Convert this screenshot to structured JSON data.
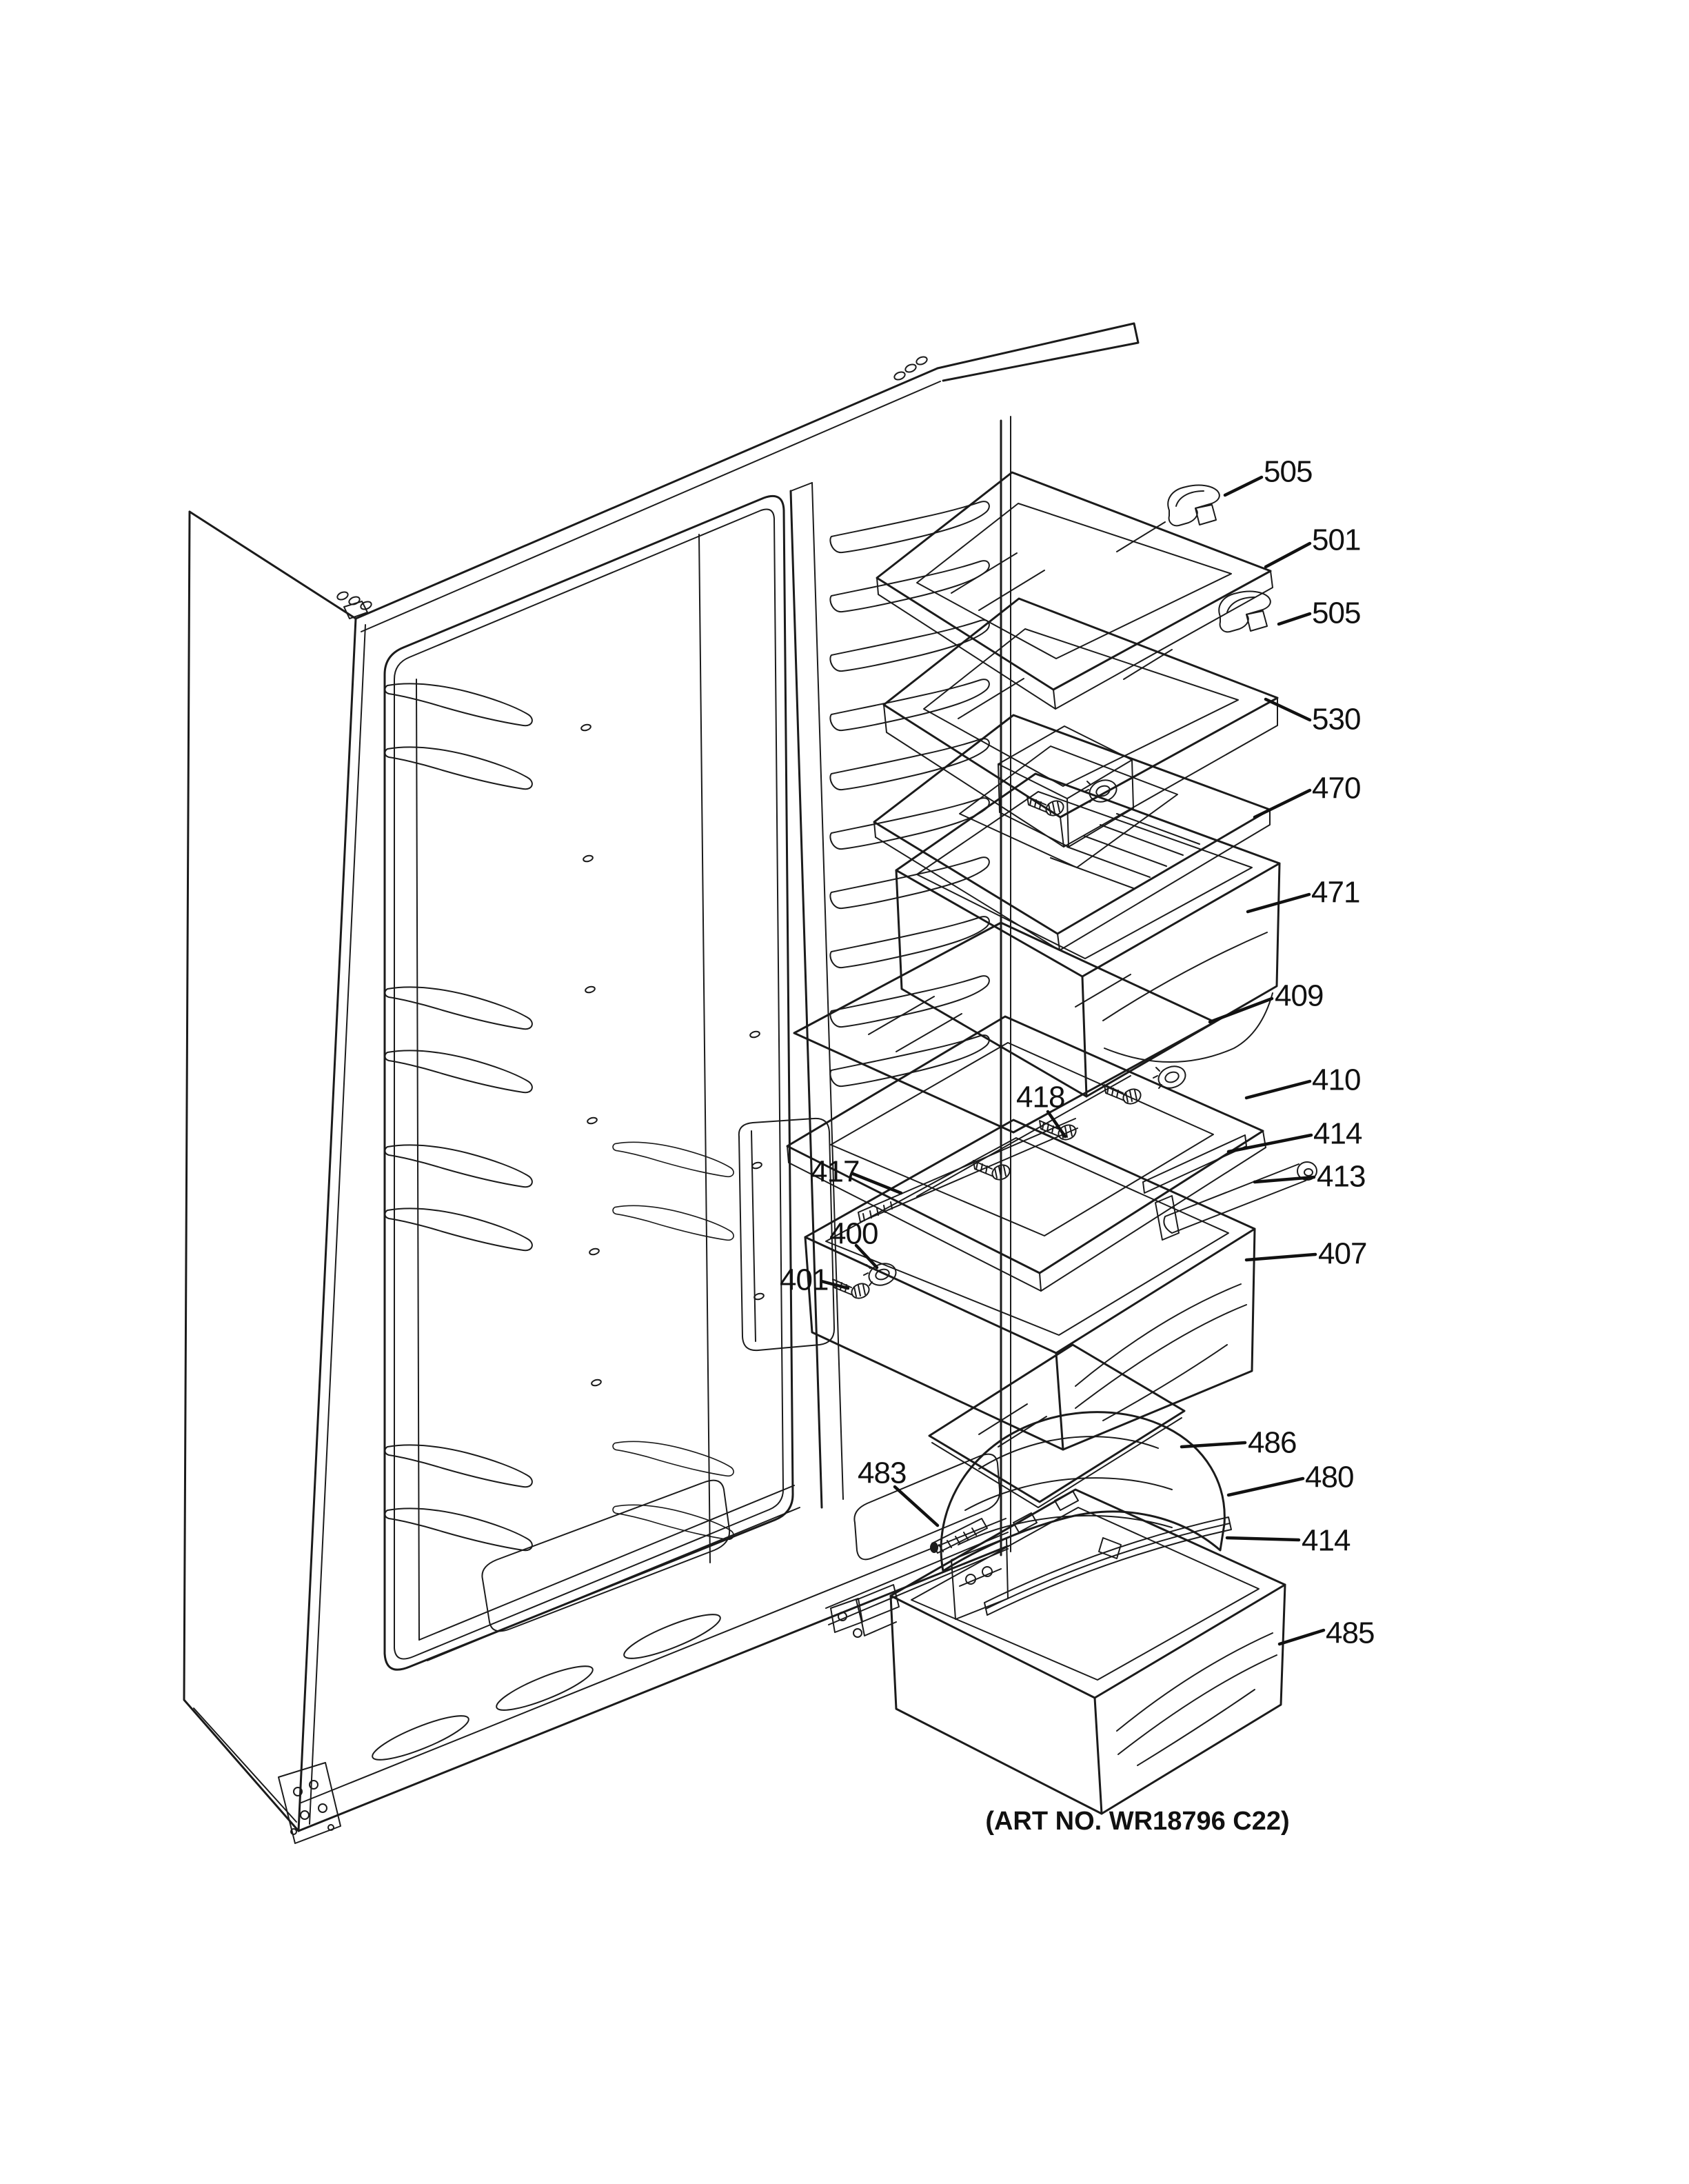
{
  "diagram": {
    "art_no": "(ART NO. WR18796 C22)",
    "background_color": "#ffffff",
    "line_color": "#1b1b1b",
    "labels": [
      {
        "text": "505"
      },
      {
        "text": "501"
      },
      {
        "text": "505"
      },
      {
        "text": "530"
      },
      {
        "text": "470"
      },
      {
        "text": "471"
      },
      {
        "text": "409"
      },
      {
        "text": "410"
      },
      {
        "text": "414"
      },
      {
        "text": "413"
      },
      {
        "text": "407"
      },
      {
        "text": "418"
      },
      {
        "text": "417"
      },
      {
        "text": "400"
      },
      {
        "text": "401"
      },
      {
        "text": "486"
      },
      {
        "text": "480"
      },
      {
        "text": "414"
      },
      {
        "text": "483"
      },
      {
        "text": "485"
      }
    ]
  }
}
